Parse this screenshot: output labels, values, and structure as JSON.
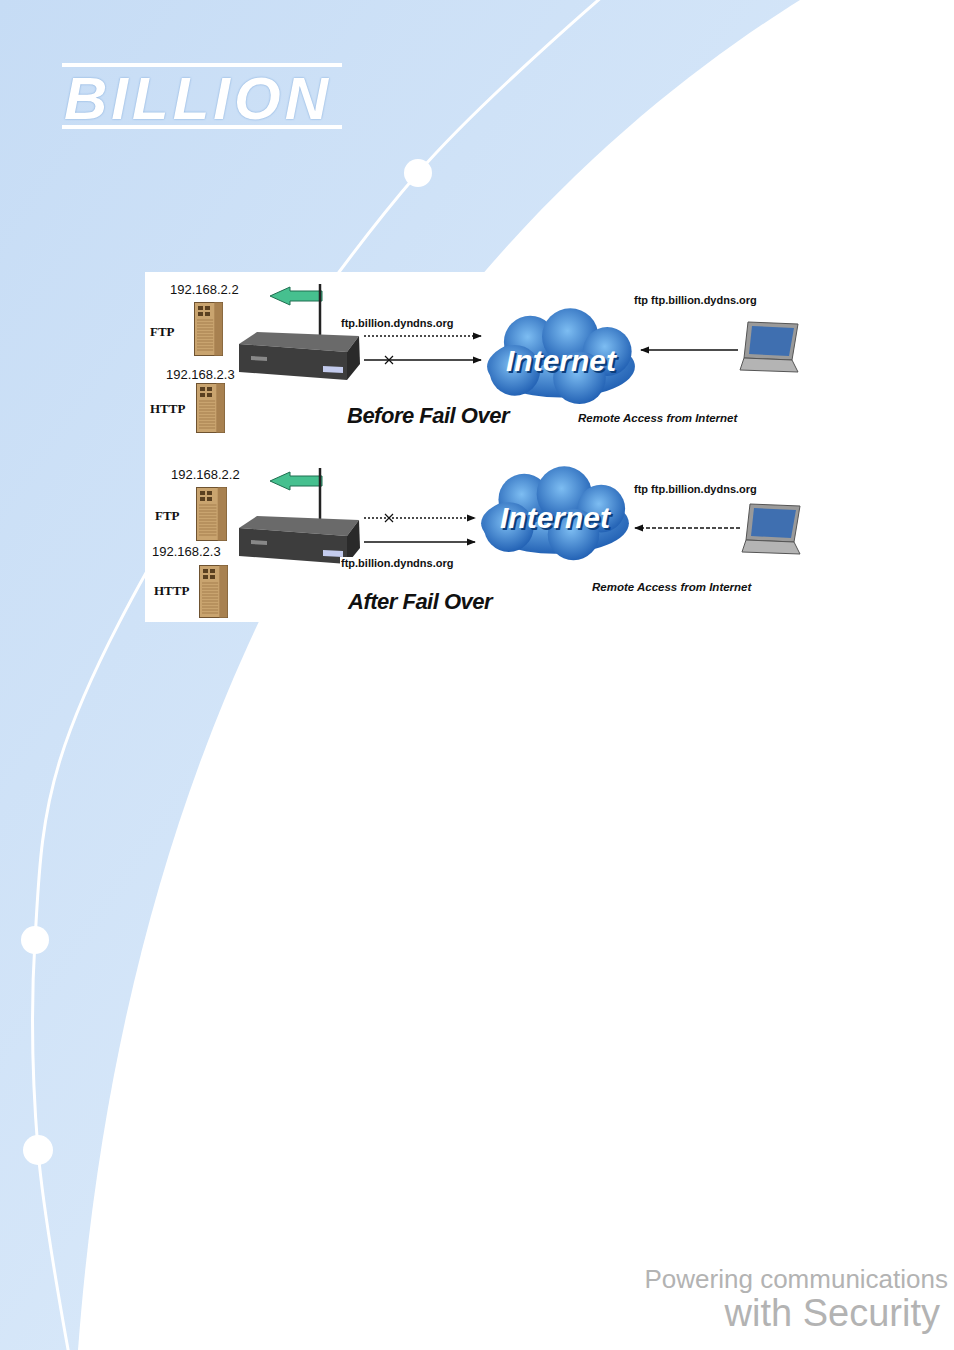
{
  "diagram": {
    "nodes": [
      {
        "text": [
          "192.168.2.2",
          "FTP"
        ]
      },
      {
        "text": [
          "192.168.2.3",
          "HTTP"
        ]
      },
      {
        "text": []
      },
      {
        "text": [
          "Internet"
        ]
      },
      {
        "text": [
          "ftp ftp.billion.dydns.org"
        ]
      },
      {
        "text": [
          "192.168.2.2",
          "FTP"
        ]
      },
      {
        "text": [
          "192.168.2.3",
          "HTTP"
        ]
      },
      {
        "text": []
      },
      {
        "text": [
          "Internet"
        ]
      },
      {
        "text": [
          "ftp ftp.billion.dydns.org"
        ]
      }
    ],
    "edges": [
      {
        "from": 2,
        "to": 3,
        "arrow": "to",
        "label": "ftp.billion.dyndns.org"
      },
      {
        "from": 2,
        "to": 3,
        "arrow": "to"
      },
      {
        "from": 4,
        "to": 3,
        "arrow": "to"
      },
      {
        "from": 7,
        "to": 8,
        "arrow": "to"
      },
      {
        "from": 7,
        "to": 8,
        "arrow": "to",
        "label": "ftp.billion.dyndns.org"
      },
      {
        "from": 9,
        "to": 8,
        "arrow": "to"
      }
    ],
    "labels": [
      "BILLION",
      "Before Fail Over",
      "Remote Access from Internet",
      "After Fail Over",
      "Remote Access from Internet",
      "Powering communications",
      "with Security"
    ]
  }
}
